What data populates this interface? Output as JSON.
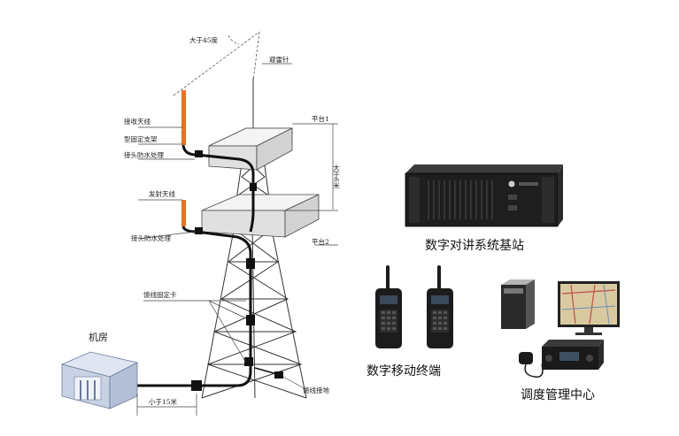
{
  "tower_labels": {
    "angle": "大于45度",
    "lightning_rod": "避雷针",
    "receive_antenna": "接收天线",
    "fixed_bracket": "型固定支架",
    "waterproof_top": "接头防水处理",
    "platform1": "平台1",
    "spacing": "大于6米",
    "transmit_antenna": "发射天线",
    "waterproof_bottom": "接头防水处理",
    "platform2": "平台2",
    "feeder_clamp": "馈线固定卡",
    "machine_room": "机房",
    "distance": "小于15米",
    "feeder_ground": "馈线接地"
  },
  "captions": {
    "base_station": "数字对讲系统基站",
    "terminals": "数字移动终端",
    "dispatch": "调度管理中心"
  },
  "colors": {
    "antenna": "#e8731e",
    "line": "#333333",
    "cable": "#111111",
    "platform_fill": "#e6e6e6",
    "radio_body": "#1c1c1c"
  }
}
